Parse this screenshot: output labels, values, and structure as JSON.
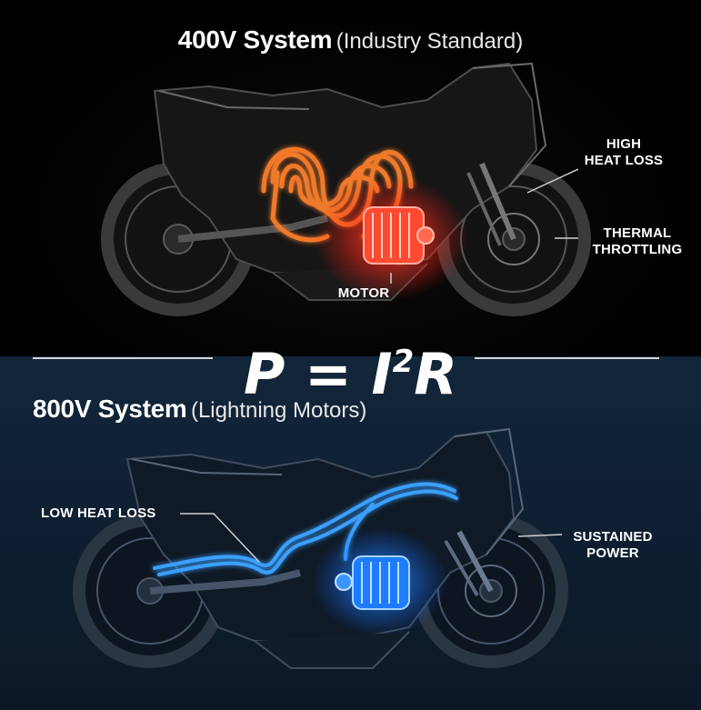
{
  "top_panel": {
    "title_strong": "400V System",
    "title_light": "(Industry Standard)",
    "callouts": {
      "heat": [
        "HIGH",
        "HEAT LOSS"
      ],
      "throttle": [
        "THERMAL",
        "THROTTLING"
      ],
      "motor": "MOTOR"
    },
    "colors": {
      "coil": "#f07a2c",
      "motor_glow": "#ff3a28"
    }
  },
  "formula": {
    "lhs": "P = I",
    "exponent": "2",
    "rhs": "R"
  },
  "bottom_panel": {
    "title_strong": "800V System",
    "title_light": "(Lightning Motors)",
    "callouts": {
      "low_heat": "LOW HEAT LOSS",
      "sustained": [
        "SUSTAINED",
        "POWER"
      ]
    },
    "colors": {
      "cable": "#3aa0ff",
      "motor_glow": "#2f8cff"
    }
  }
}
